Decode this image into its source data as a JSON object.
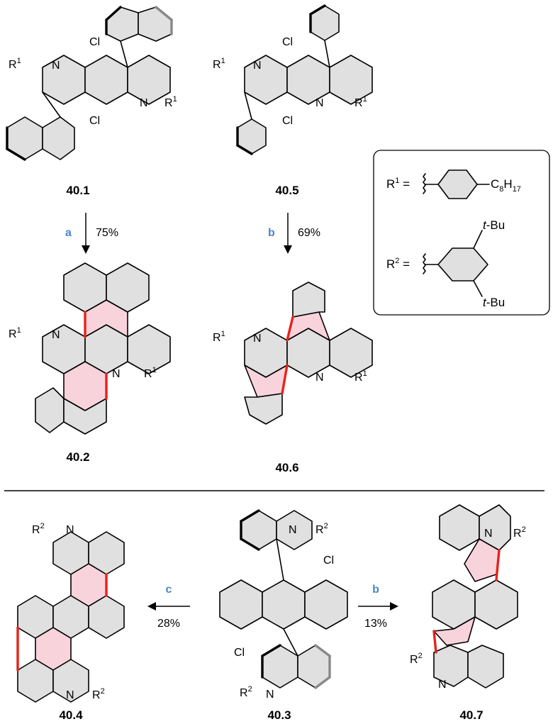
{
  "compounds": {
    "c40_1": "40.1",
    "c40_2": "40.2",
    "c40_3": "40.3",
    "c40_4": "40.4",
    "c40_5": "40.5",
    "c40_6": "40.6",
    "c40_7": "40.7"
  },
  "reactions": [
    {
      "reagent": "a",
      "yield": "75%"
    },
    {
      "reagent": "b",
      "yield": "69%"
    },
    {
      "reagent": "c",
      "yield": "28%"
    },
    {
      "reagent": "b",
      "yield": "13%"
    }
  ],
  "atoms": {
    "R1": "R",
    "R1_sup": "1",
    "R2": "R",
    "R2_sup": "2",
    "N": "N",
    "Cl": "Cl"
  },
  "legend": {
    "r1_label": "R",
    "r1_sup": "1",
    "r1_eq": " =",
    "r1_group": "C",
    "r1_group_sub1": "8",
    "r1_group_h": "H",
    "r1_group_sub2": "17",
    "r2_label": "R",
    "r2_sup": "2",
    "r2_eq": " =",
    "tbu_t": "t",
    "tbu_rest": "-Bu"
  },
  "colors": {
    "new_bond": "#e5231b",
    "new_ring": "#f9d3dc",
    "reagent_letter": "#4a86c8",
    "aromatic_fill": "#e0e0e0"
  }
}
